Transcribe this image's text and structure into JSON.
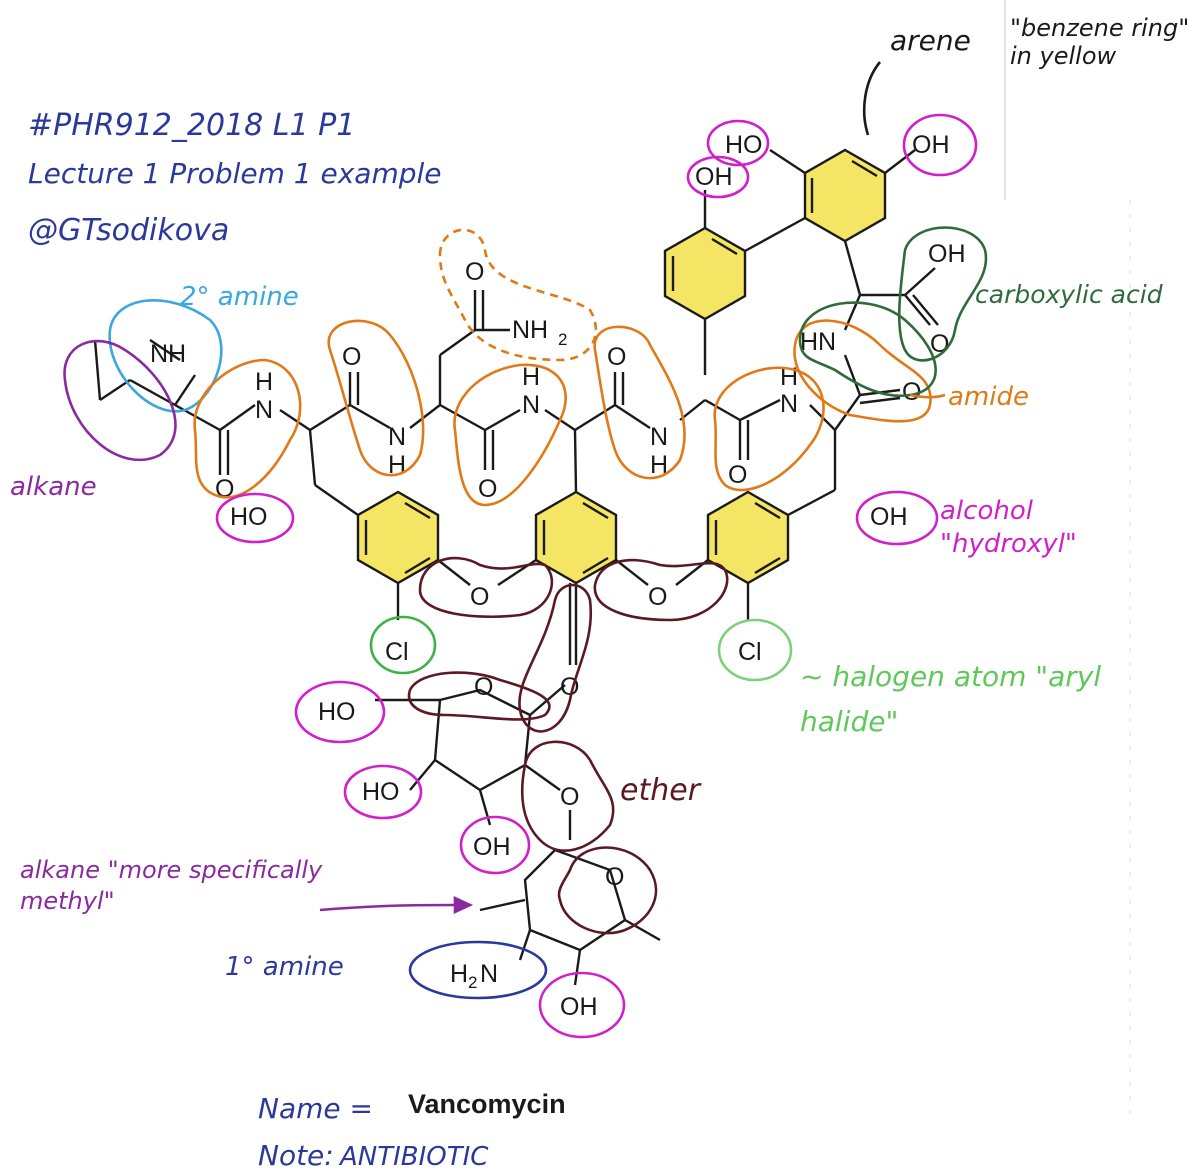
{
  "header": {
    "line1": "#PHR912_2018 L1 P1",
    "line2": "Lecture 1 Problem 1 example",
    "line3": "@GTsodikova"
  },
  "labels": {
    "secondary_amine": "2° amine",
    "alkane": "alkane",
    "arene": "arene",
    "benzene_ring": "\"benzene ring\" in yellow",
    "carboxylic_acid": "carboxylic acid",
    "amide": "amide",
    "alcohol": "alcohol \"hydroxyl\"",
    "halogen": "~ halogen atom \"aryl halide\"",
    "ether": "ether",
    "alkane_methyl": "alkane \"more specifically methyl\"",
    "primary_amine": "1° amine"
  },
  "footer": {
    "name_label": "Name =",
    "name_value": "Vancomycin",
    "note_label": "Note:",
    "note_value": "ANTIBIOTIC"
  },
  "atoms": {
    "HO": "HO",
    "OH": "OH",
    "O": "O",
    "H": "H",
    "N": "N",
    "NH": "NH",
    "HN": "HN",
    "NH2_main": "NH",
    "NH2_sub": "2",
    "H2N_main": "H",
    "H2N_sub": "2",
    "H2N_tail": "N",
    "Cl": "Cl"
  },
  "colors": {
    "ink_blue": "#2b3a9a",
    "purple": "#8a2aa0",
    "magenta": "#d020c8",
    "orange": "#e07a18",
    "green_dark": "#2f6b3a",
    "green_light": "#5fc85a",
    "brown": "#5a1a22",
    "cyan": "#3aa7e0",
    "yellow": "#f3e04a",
    "bond": "#1a1a1a"
  },
  "icons": {
    "arrow": "arrow-icon"
  }
}
